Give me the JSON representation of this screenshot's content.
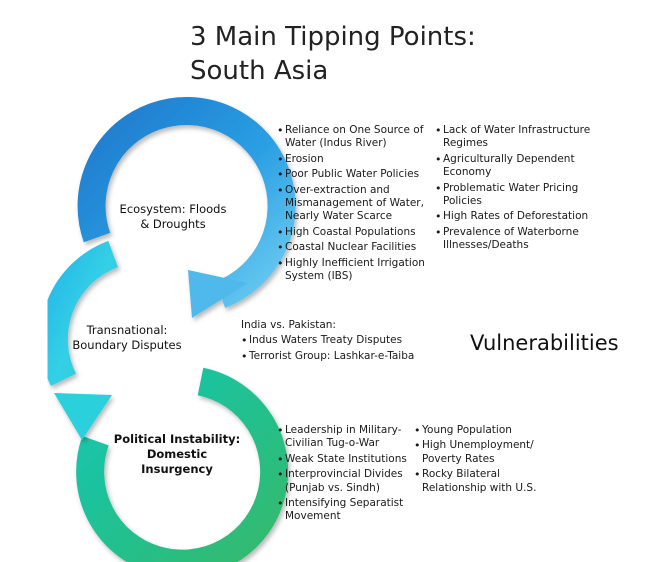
{
  "title": {
    "line1": "3 Main Tipping Points:",
    "line2": "South Asia"
  },
  "colors": {
    "blue_dark": "#1a6fc0",
    "blue_light": "#5cc2ee",
    "cyan": "#2ecfe0",
    "teal": "#18c9b5",
    "green": "#2bbf77"
  },
  "nodes": [
    {
      "label_lines": [
        "Ecosystem: Floods",
        "& Droughts"
      ],
      "bold": false
    },
    {
      "label_lines": [
        "Transnational:",
        "Boundary Disputes"
      ],
      "bold": false
    },
    {
      "label_lines": [
        "Political Instability:",
        "Domestic",
        "Insurgency"
      ],
      "bold": false
    }
  ],
  "ecosystem": {
    "col1": [
      "Reliance on One Source of Water (Indus River)",
      "Erosion",
      "Poor Public Water Policies",
      "Over-extraction and Mismanagement of Water, Nearly Water Scarce",
      "High Coastal Populations",
      "Coastal Nuclear Facilities",
      "Highly Inefficient Irrigation System (IBS)"
    ],
    "col2": [
      "Lack of Water Infrastructure Regimes",
      "Agriculturally Dependent Economy",
      "Problematic Water Pricing Policies",
      "High Rates of Deforestation",
      "Prevalence of Waterborne Illnesses/Deaths"
    ]
  },
  "transnational": {
    "heading": "India vs. Pakistan:",
    "items": [
      "Indus Waters Treaty Disputes",
      "Terrorist Group: Lashkar-e-Taiba"
    ]
  },
  "vulnerabilities_label": "Vulnerabilities",
  "political": {
    "col1": [
      "Leadership in Military-Civilian Tug-o-War",
      "Weak State Institutions",
      "Interprovincial Divides (Punjab vs. Sindh)",
      "Intensifying Separatist Movement"
    ],
    "col2": [
      "Young Population",
      "High Unemployment/ Poverty Rates",
      "Rocky Bilateral Relationship with U.S."
    ]
  }
}
